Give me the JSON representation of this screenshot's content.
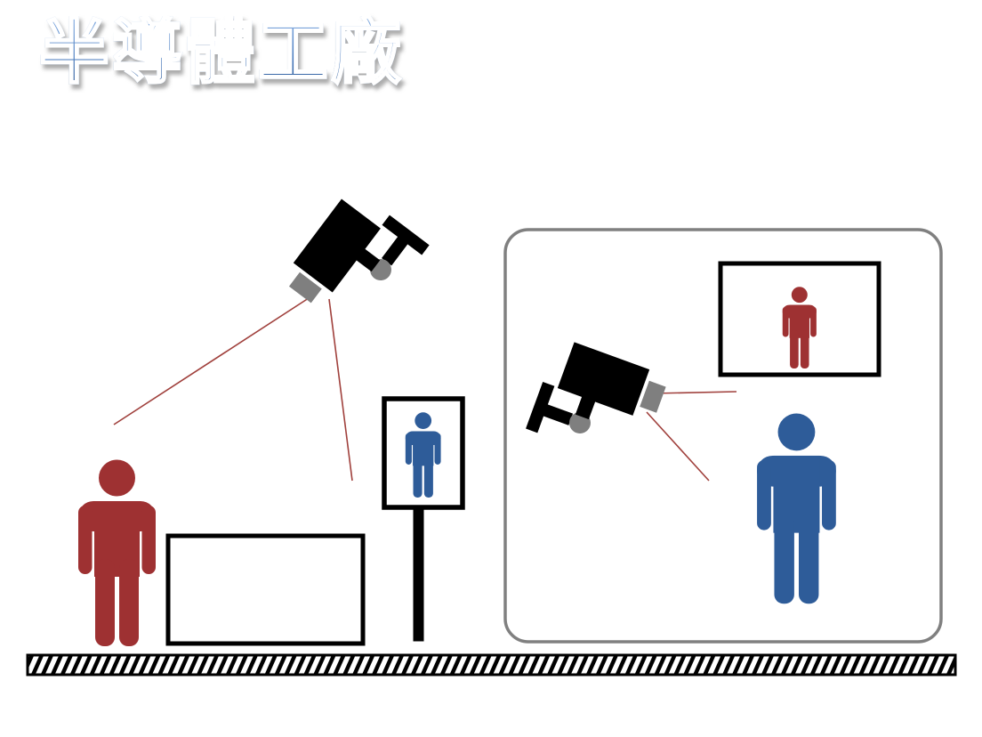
{
  "slide": {
    "title": "半導體工廠"
  },
  "colors": {
    "background": "#FFFFFF",
    "title_gradient_top": "#7FA8DE",
    "title_gradient_mid": "#4A7CC0",
    "title_gradient_bottom": "#2F5C99",
    "title_outline": "#FFFFFF",
    "person_red": "#9E3132",
    "person_blue": "#2E5C99",
    "camera_black": "#000000",
    "camera_gray": "#7F7F7F",
    "sight_line_red": "#A0403C",
    "panel_border_gray": "#808080",
    "shape_outline_black": "#000000"
  },
  "scene": {
    "left": {
      "camera_icon": "cctv-camera",
      "person_icon": "standing-person-red",
      "equipment_box": "empty-white-box",
      "sign_icon": "person-sign-on-post-blue",
      "sight_line_count": 2
    },
    "right": {
      "room_panel": "rounded-rectangle-room",
      "camera_icon": "cctv-camera",
      "monitor_icon": "screen-showing-person-red",
      "person_icon": "standing-person-blue",
      "sight_line_count": 2
    },
    "ground_icon": "hatched-ground-strip"
  }
}
